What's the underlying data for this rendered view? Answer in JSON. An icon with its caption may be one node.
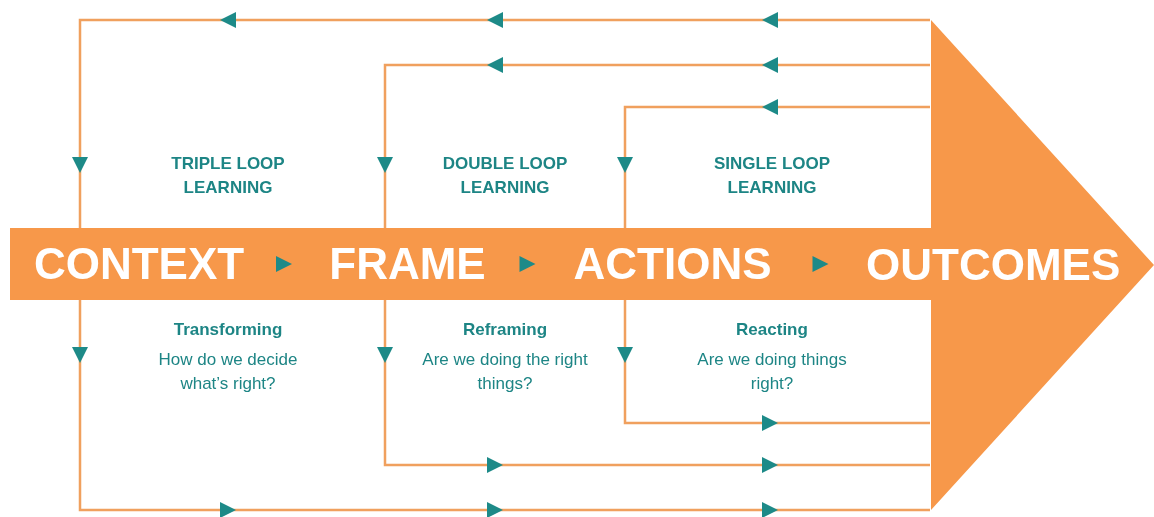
{
  "diagram": {
    "nodes": [
      {
        "text": [
          "CONTEXT"
        ]
      },
      {
        "text": [
          "FRAME"
        ]
      },
      {
        "text": [
          "ACTIONS"
        ]
      },
      {
        "text": [
          "OUTCOMES"
        ]
      }
    ],
    "edges": [
      {
        "from": 0,
        "to": 1,
        "arrow": "to"
      },
      {
        "from": 1,
        "to": 2,
        "arrow": "to"
      },
      {
        "from": 2,
        "to": 3,
        "arrow": "to"
      },
      {
        "from": 3,
        "to": 0,
        "arrow": "to"
      },
      {
        "from": 3,
        "to": 1,
        "arrow": "to"
      },
      {
        "from": 3,
        "to": 2,
        "arrow": "to"
      },
      {
        "from": 0,
        "to": 3,
        "arrow": "to"
      },
      {
        "from": 1,
        "to": 3,
        "arrow": "to"
      },
      {
        "from": 2,
        "to": 3,
        "arrow": "to"
      }
    ],
    "labels": [
      "TRIPLE LOOP LEARNING",
      "DOUBLE LOOP LEARNING",
      "SINGLE LOOP LEARNING",
      "Transforming",
      "How do we decide what’s right?",
      "Reframing",
      "Are we doing the right things?",
      "Reacting",
      "Are we doing things right?"
    ]
  }
}
